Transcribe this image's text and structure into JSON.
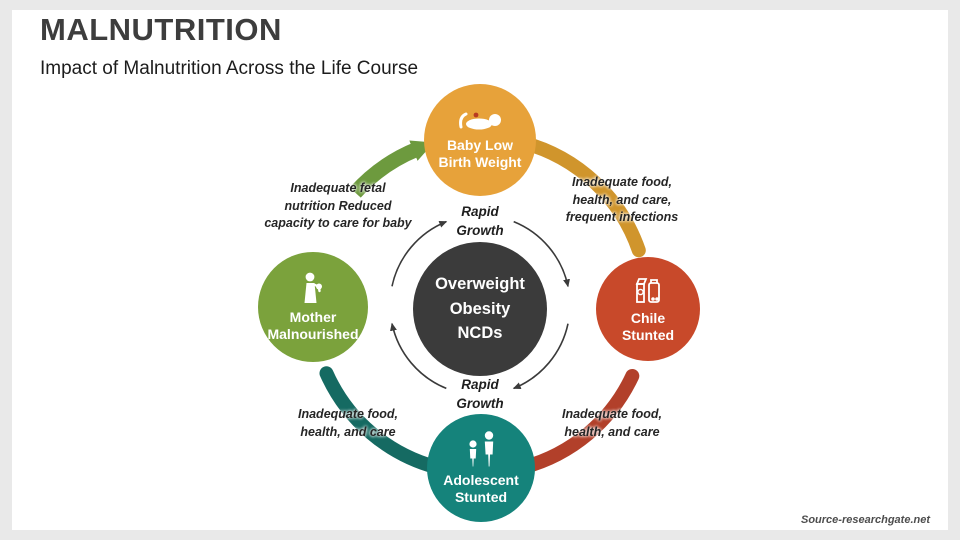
{
  "slide": {
    "title": "MALNUTRITION",
    "subtitle": "Impact of Malnutrition Across the Life Course",
    "source": "Source-researchgate.net"
  },
  "diagram": {
    "center": {
      "label": "Overweight\nObesity\nNCDs",
      "color": "#3b3b3b"
    },
    "nodes": [
      {
        "id": "baby",
        "label": "Baby Low\nBirth Weight",
        "color": "#e7a23a",
        "icon": "sleeping-baby-icon"
      },
      {
        "id": "chile",
        "label": "Chile\nStunted",
        "color": "#c8492a",
        "icon": "milk-food-icon"
      },
      {
        "id": "adolescent",
        "label": "Adolescent\nStunted",
        "color": "#15837b",
        "icon": "growing-children-icon"
      },
      {
        "id": "mother",
        "label": "Mother\nMalnourished",
        "color": "#7ba23c",
        "icon": "mother-baby-icon"
      }
    ],
    "annotations": {
      "top_left": "Inadequate fetal\nnutrition Reduced\ncapacity to care for baby",
      "top_right": "Inadequate food,\nhealth, and care,\nfrequent infections",
      "bottom_right": "Inadequate food,\nhealth, and care",
      "bottom_left": "Inadequate food,\nhealth, and care",
      "rapid_growth_top": "Rapid\nGrowth",
      "rapid_growth_bottom": "Rapid\nGrowth"
    },
    "arc_colors": {
      "top_left_arrow": "#6d9a3e",
      "top_right": "#d0952c",
      "bottom_right": "#b2402a",
      "bottom_left": "#156a62",
      "inner": "#3a3a3a"
    }
  }
}
